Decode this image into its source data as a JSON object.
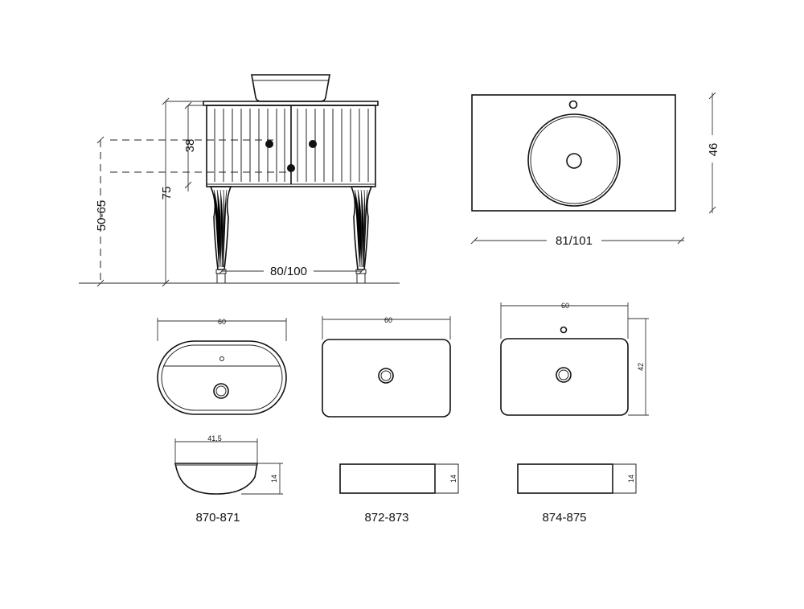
{
  "vanity_front": {
    "height_total": "75",
    "height_range": "50-65",
    "drawer_height": "38",
    "width": "80/100"
  },
  "top_view": {
    "width": "81/101",
    "depth": "46"
  },
  "basins": [
    {
      "code": "870-871",
      "top_width": "60",
      "side_width": "41,5",
      "side_height": "14"
    },
    {
      "code": "872-873",
      "top_width": "60",
      "side_height": "14"
    },
    {
      "code": "874-875",
      "top_width": "60",
      "top_depth": "42",
      "side_height": "14"
    }
  ],
  "colors": {
    "line": "#222222",
    "background": "#ffffff"
  }
}
